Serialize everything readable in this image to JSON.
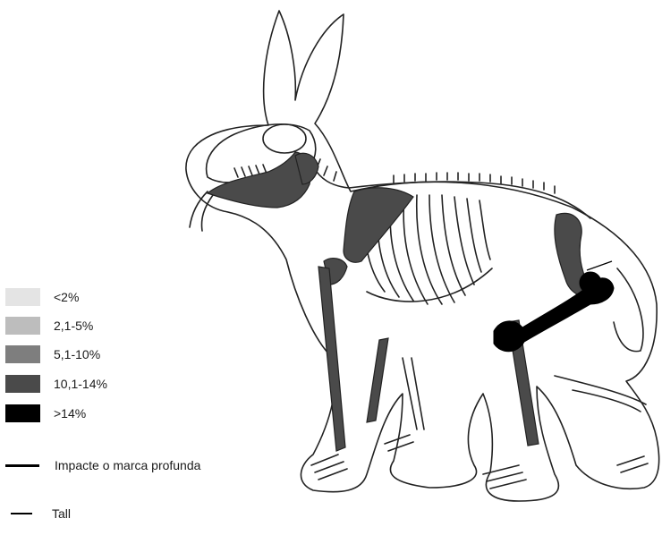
{
  "legend": {
    "bins": [
      {
        "label": "<2%",
        "color": "#e4e4e4"
      },
      {
        "label": "2,1-5%",
        "color": "#bdbdbd"
      },
      {
        "label": "5,1-10%",
        "color": "#7e7e7e"
      },
      {
        "label": "10,1-14%",
        "color": "#4a4a4a"
      },
      {
        "label": ">14%",
        "color": "#000000"
      }
    ],
    "marks": [
      {
        "label": "Impacte o marca profunda",
        "style": "thick"
      },
      {
        "label": "Tall",
        "style": "thin"
      }
    ]
  }
}
